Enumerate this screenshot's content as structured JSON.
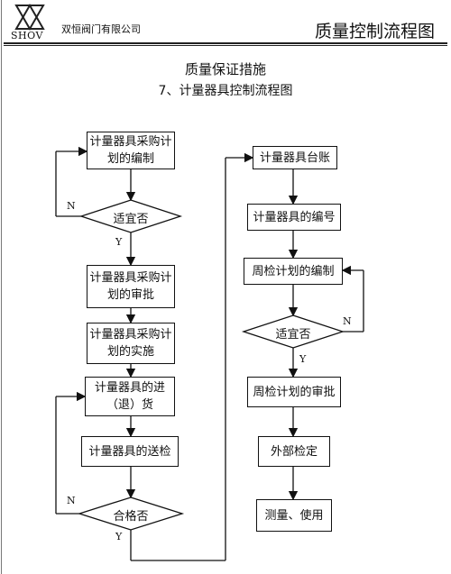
{
  "header": {
    "logo_text": "SHOV",
    "company": "双恒阀门有限公司",
    "doc_title": "质量控制流程图"
  },
  "section_title": "质量保证措施",
  "subtitle": "7、计量器具控制流程图",
  "left_flow": {
    "box1": "计量器具采购计划的编制",
    "decision1": "适宜否",
    "box2": "计量器具采购计划的审批",
    "box3": "计量器具采购计划的实施",
    "box4": "计量器具的进（退）货",
    "box5": "计量器具的送检",
    "decision2": "合格否"
  },
  "right_flow": {
    "box1": "计量器具台账",
    "box2": "计量器具的编号",
    "box3": "周检计划的编制",
    "decision1": "适宜否",
    "box4": "周检计划的审批",
    "box5": "外部检定",
    "box6": "测量、使用"
  },
  "labels": {
    "no": "N",
    "yes": "Y"
  }
}
